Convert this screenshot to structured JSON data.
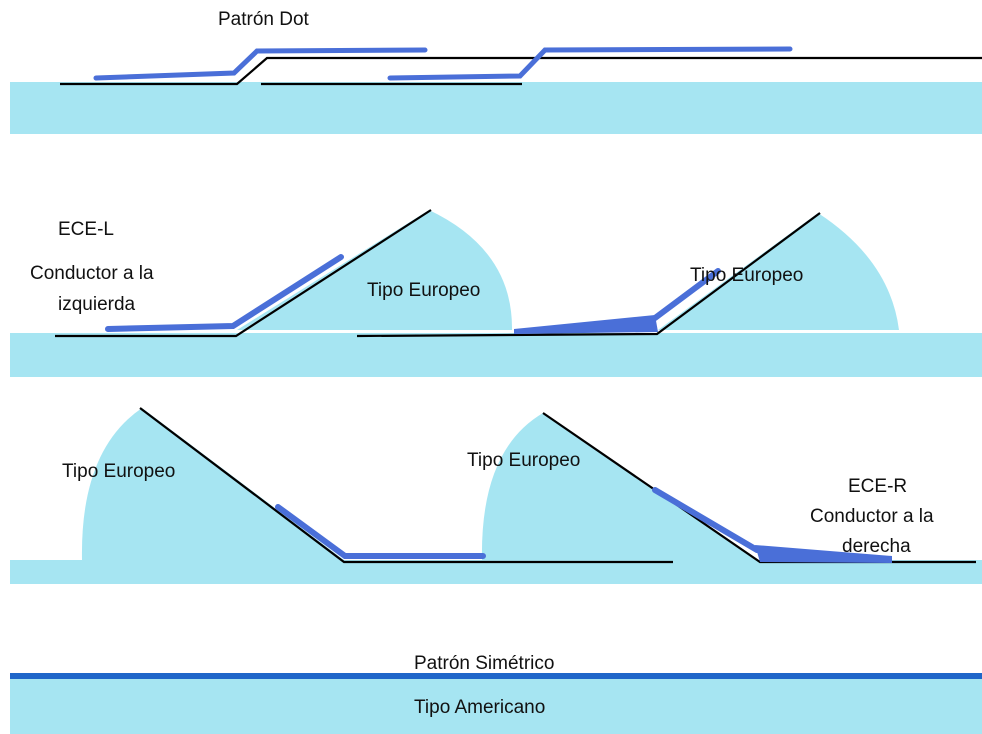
{
  "colors": {
    "beam_fill": "#a6e5f2",
    "cutoff_line": "#000000",
    "highlight": "#4a6fd8",
    "symmetric_line": "#1f66c9",
    "text": "#111111"
  },
  "rows": {
    "dot": {
      "title": "Patrón Dot"
    },
    "ece_l": {
      "title": "ECE-L",
      "subtitle_line1": "Conductor a la",
      "subtitle_line2": "izquierda",
      "label_left": "Tipo Europeo",
      "label_right": "Tipo Europeo"
    },
    "ece_r": {
      "title": "ECE-R",
      "subtitle_line1": "Conductor a la",
      "subtitle_line2": "derecha",
      "label_left": "Tipo Europeo",
      "label_right": "Tipo Europeo"
    },
    "symmetric": {
      "title": "Patrón Simétrico",
      "body_label": "Tipo Americano"
    }
  }
}
